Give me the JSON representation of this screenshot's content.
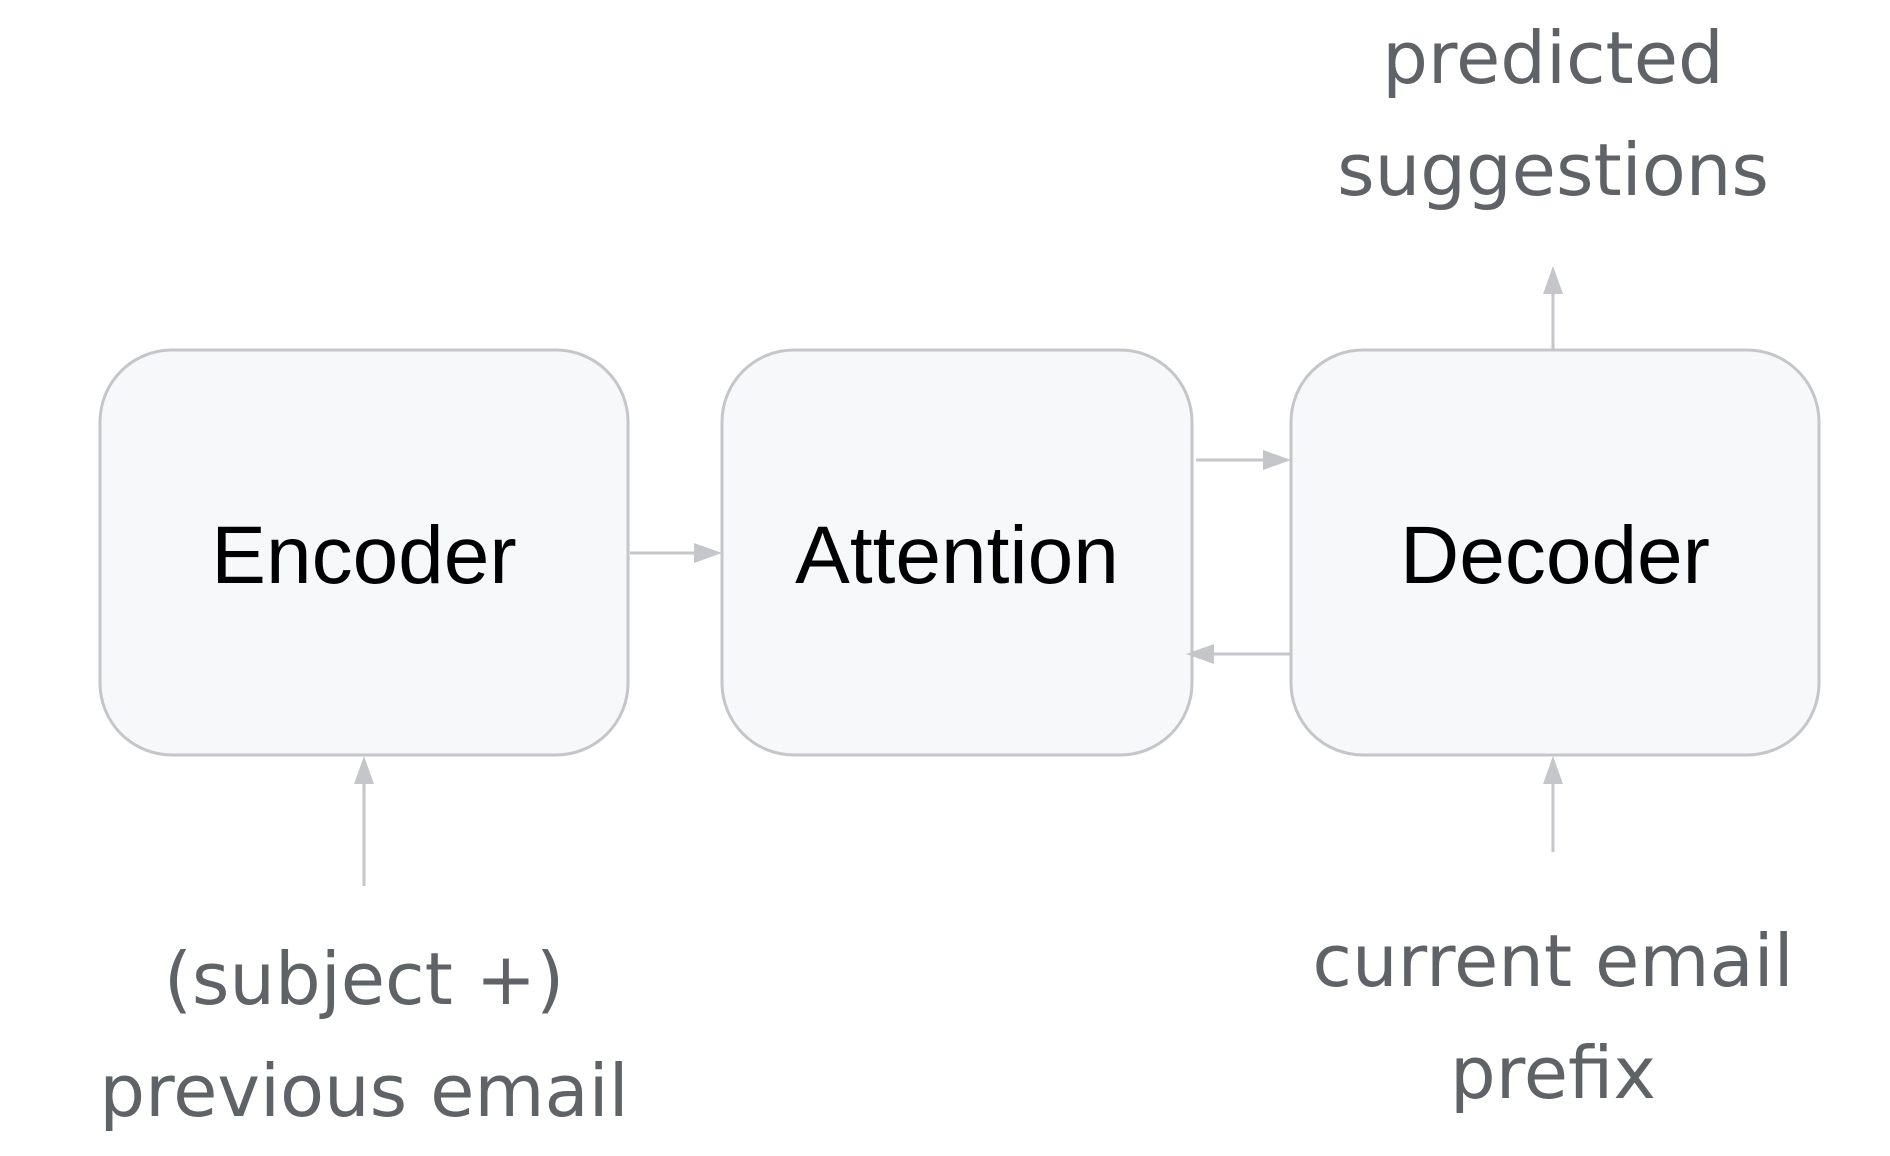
{
  "nodes": {
    "encoder": {
      "label": "Encoder"
    },
    "attention": {
      "label": "Attention"
    },
    "decoder": {
      "label": "Decoder"
    }
  },
  "inputs": {
    "encoder_input": {
      "line1": "(subject +)",
      "line2": "previous email"
    },
    "decoder_input": {
      "line1": "current email",
      "line2": "prefix"
    }
  },
  "outputs": {
    "decoder_output": {
      "line1": "predicted",
      "line2": "suggestions"
    }
  },
  "colors": {
    "box_fill": "#f7f8fa",
    "box_stroke": "#c4c6c9",
    "arrow": "#c4c6c9",
    "box_text": "#000000",
    "io_text": "#5f6368"
  }
}
